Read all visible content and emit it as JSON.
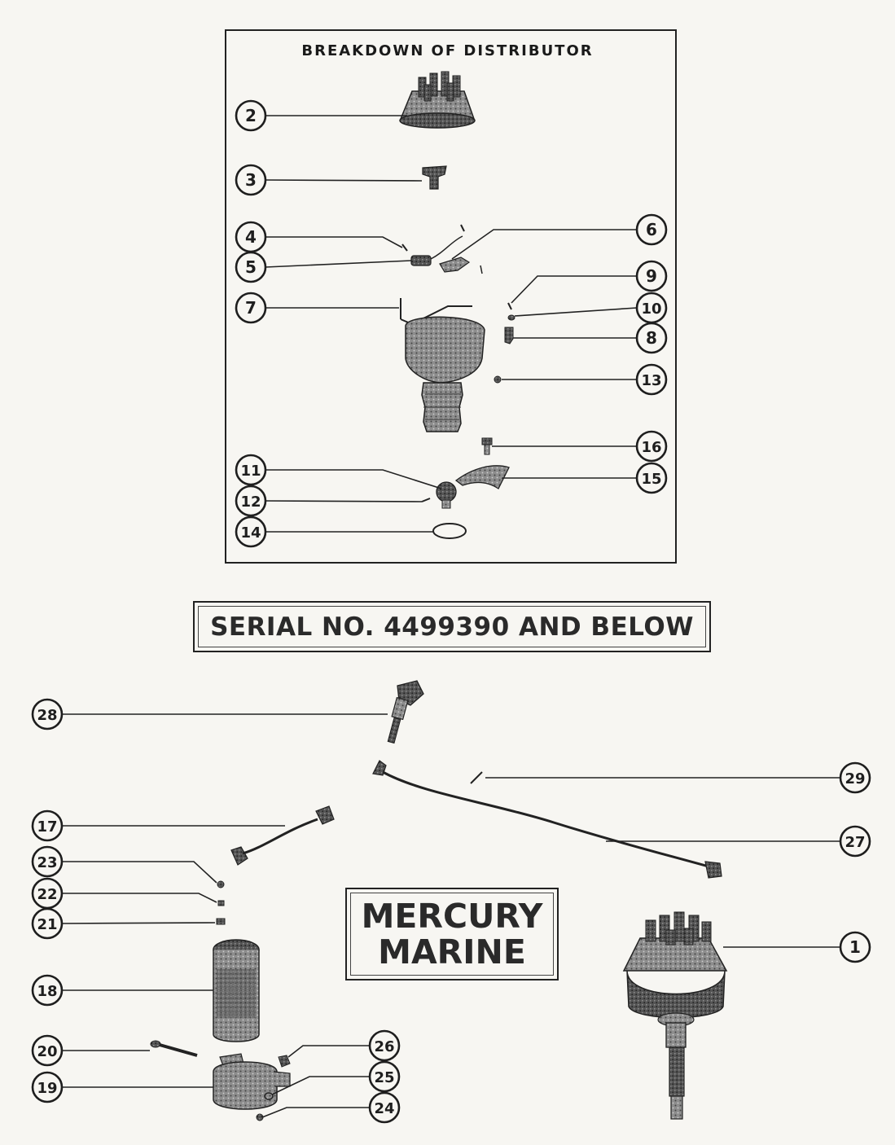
{
  "breakdown": {
    "title": "BREAKDOWN OF DISTRIBUTOR"
  },
  "serial_label": "SERIAL NO. 4499390 AND BELOW",
  "brand": {
    "line1": "MERCURY",
    "line2": "MARINE"
  },
  "callouts": [
    {
      "id": "2",
      "label": "2"
    },
    {
      "id": "3",
      "label": "3"
    },
    {
      "id": "4",
      "label": "4"
    },
    {
      "id": "5",
      "label": "5"
    },
    {
      "id": "6",
      "label": "6"
    },
    {
      "id": "7",
      "label": "7"
    },
    {
      "id": "9",
      "label": "9"
    },
    {
      "id": "10",
      "label": "10"
    },
    {
      "id": "8",
      "label": "8"
    },
    {
      "id": "13",
      "label": "13"
    },
    {
      "id": "16",
      "label": "16"
    },
    {
      "id": "11",
      "label": "11"
    },
    {
      "id": "15",
      "label": "15"
    },
    {
      "id": "12",
      "label": "12"
    },
    {
      "id": "14",
      "label": "14"
    },
    {
      "id": "28",
      "label": "28"
    },
    {
      "id": "29",
      "label": "29"
    },
    {
      "id": "17",
      "label": "17"
    },
    {
      "id": "27",
      "label": "27"
    },
    {
      "id": "23",
      "label": "23"
    },
    {
      "id": "22",
      "label": "22"
    },
    {
      "id": "21",
      "label": "21"
    },
    {
      "id": "1",
      "label": "1"
    },
    {
      "id": "18",
      "label": "18"
    },
    {
      "id": "20",
      "label": "20"
    },
    {
      "id": "26",
      "label": "26"
    },
    {
      "id": "19",
      "label": "19"
    },
    {
      "id": "25",
      "label": "25"
    },
    {
      "id": "24",
      "label": "24"
    }
  ]
}
